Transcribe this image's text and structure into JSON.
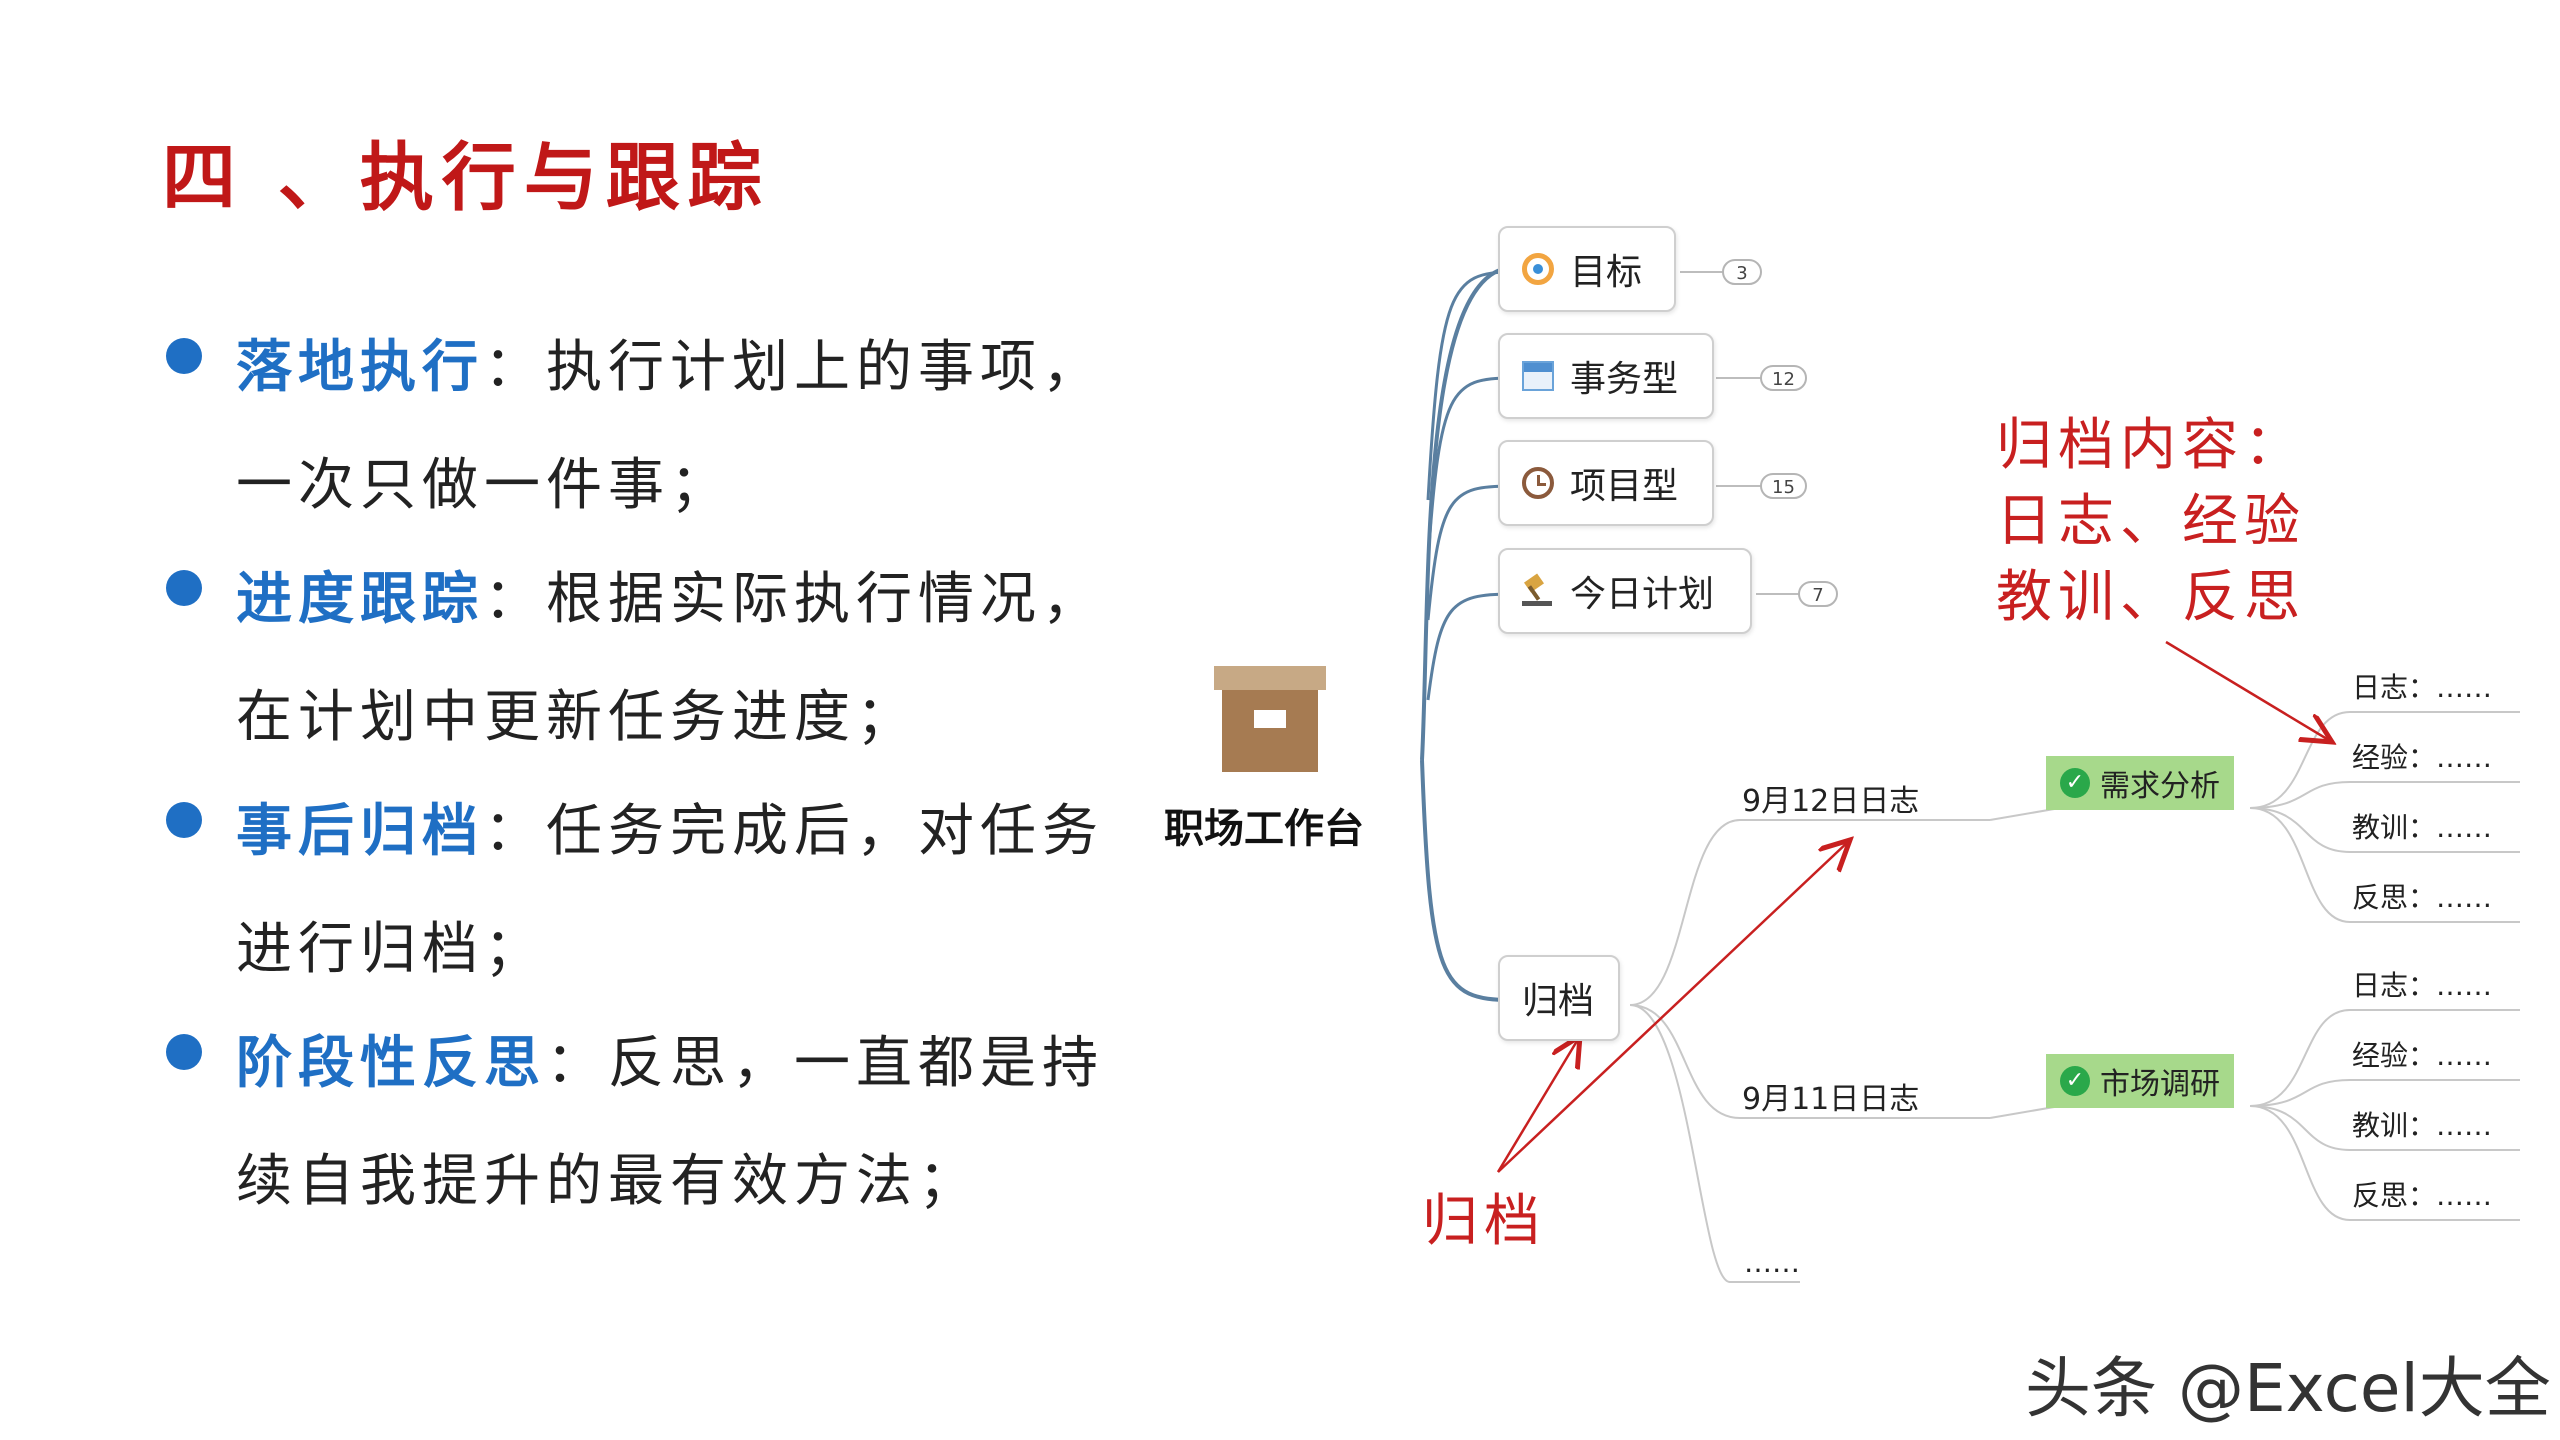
{
  "title": "四 、执行与跟踪",
  "bullets": [
    {
      "keyword": "落地执行",
      "sep": "：",
      "text": "执行计划上的事项，",
      "cont": "一次只做一件事；"
    },
    {
      "keyword": "进度跟踪",
      "sep": "：",
      "text": "根据实际执行情况，",
      "cont": "在计划中更新任务进度；"
    },
    {
      "keyword": "事后归档",
      "sep": "：",
      "text": "任务完成后，对任务",
      "cont": "进行归档；"
    },
    {
      "keyword": "阶段性反思",
      "sep": "：",
      "text": "反思，一直都是持",
      "cont": "续自我提升的最有效方法；"
    }
  ],
  "mindmap": {
    "root": "职场工作台",
    "branches": [
      {
        "label": "目标",
        "icon": "target-icon",
        "count": "3"
      },
      {
        "label": "事务型",
        "icon": "calendar-icon",
        "count": "12"
      },
      {
        "label": "项目型",
        "icon": "clock-icon",
        "count": "15"
      },
      {
        "label": "今日计划",
        "icon": "gavel-icon",
        "count": "7"
      }
    ],
    "archive": {
      "label": "归档",
      "entries": [
        {
          "date": "9月12日日志",
          "task": "需求分析",
          "leaves": [
            "日志：……",
            "经验：……",
            "教训：……",
            "反思：……"
          ]
        },
        {
          "date": "9月11日日志",
          "task": "市场调研",
          "leaves": [
            "日志：……",
            "经验：……",
            "教训：……",
            "反思：……"
          ]
        }
      ],
      "more": "……"
    }
  },
  "annotations": {
    "archive_content": [
      "归档内容：",
      "日志、经验",
      "教训、反思"
    ],
    "archive_label": "归档"
  },
  "watermark": "头条 @Excel大全",
  "colors": {
    "title": "#c01818",
    "keyword": "#1f6fc4",
    "annotation": "#c82020",
    "task_bg": "#a7d98b",
    "connector": "#5a7fa0"
  }
}
